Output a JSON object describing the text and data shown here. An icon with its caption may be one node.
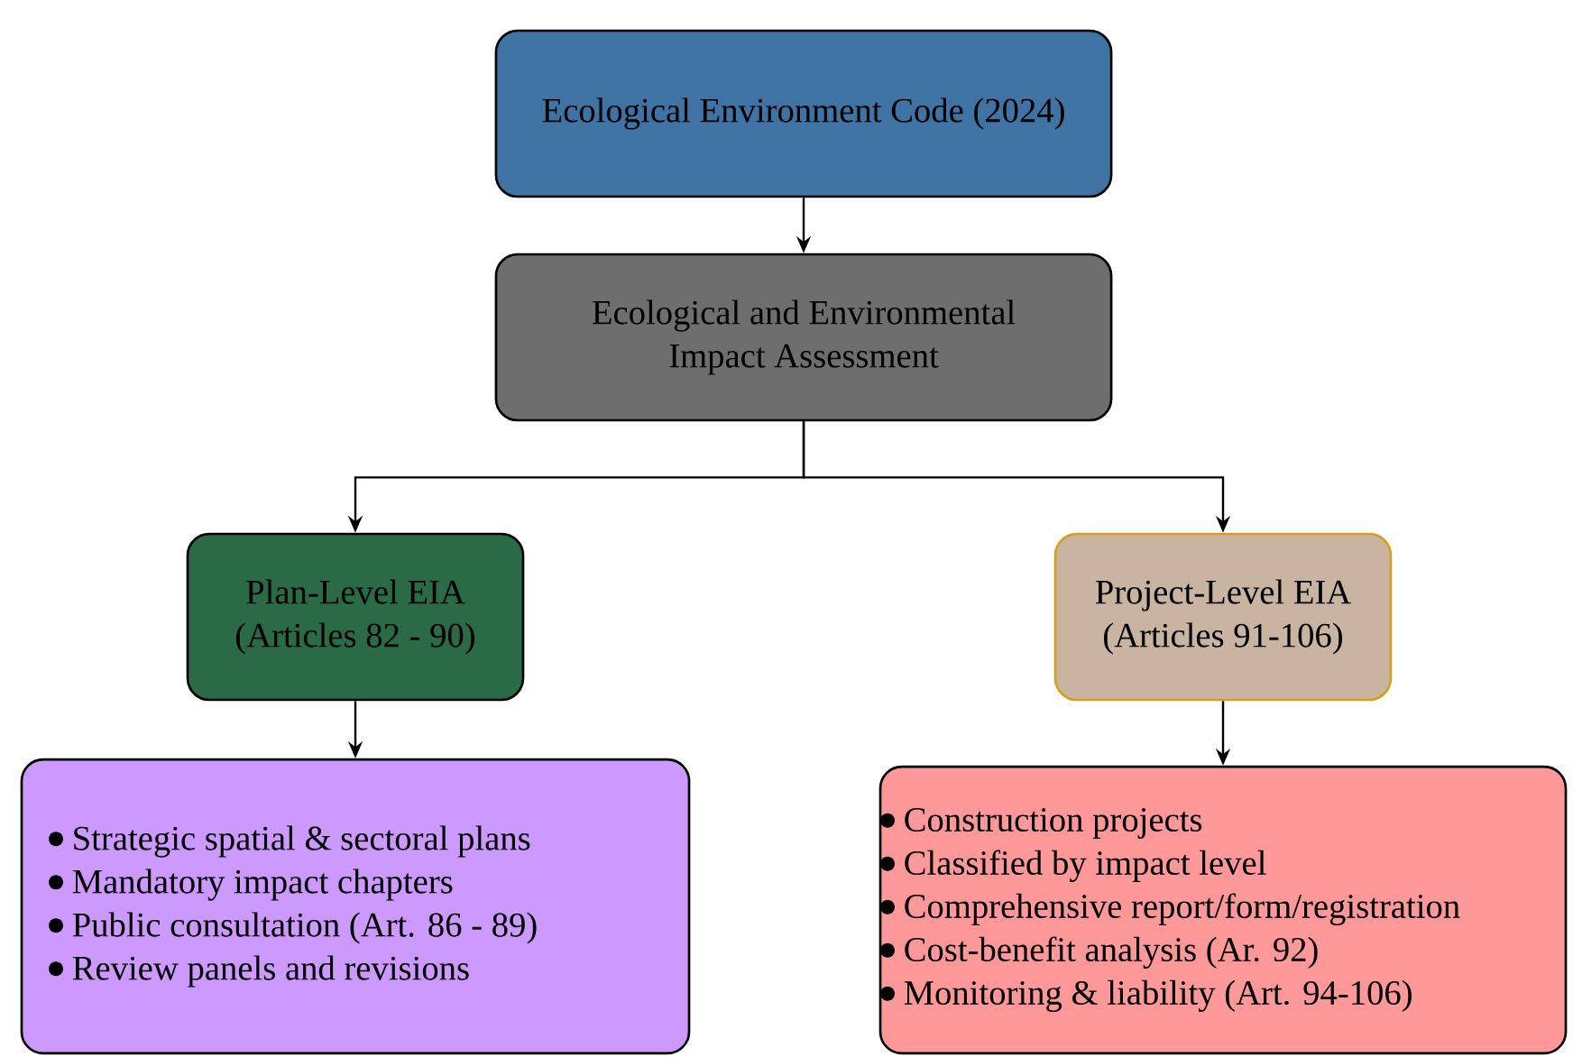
{
  "diagram": {
    "nodes": [
      {
        "text": [
          "Ecological Environment Code (2024)"
        ]
      },
      {
        "text": [
          "Ecological and Environmental Impact Assessment"
        ]
      },
      {
        "text": [
          "Plan-Level EIA (Articles 82 - 90)"
        ]
      },
      {
        "text": [
          "Project-Level EIA (Articles 91-106)"
        ]
      },
      {
        "text": [
          "Strategic spatial & sectoral plans",
          "Mandatory impact chapters",
          "Public consultation (Art. 86 - 89)",
          "Review panels and revisions"
        ]
      },
      {
        "text": [
          "Construction projects",
          "Classified by impact level",
          "Comprehensive report/form/registration",
          "Cost-benefit analysis (Ar. 92)",
          "Monitoring & liability (Art. 94-106)"
        ]
      }
    ],
    "edges": [
      {
        "from": 0,
        "to": 1,
        "arrow": "to"
      },
      {
        "from": 1,
        "to": 2,
        "arrow": "to"
      },
      {
        "from": 1,
        "to": 3,
        "arrow": "to"
      },
      {
        "from": 2,
        "to": 4,
        "arrow": "to"
      },
      {
        "from": 3,
        "to": 5,
        "arrow": "to"
      }
    ]
  }
}
